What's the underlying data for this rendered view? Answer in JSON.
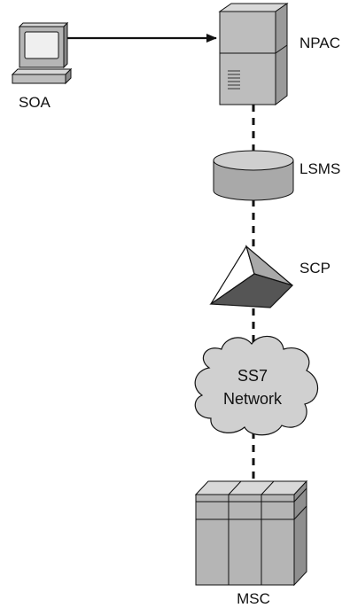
{
  "labels": {
    "soa": "SOA",
    "npac": "NPAC",
    "lsms": "LSMS",
    "scp": "SCP",
    "ss7_line1": "SS7",
    "ss7_line2": "Network",
    "msc": "MSC"
  },
  "colors": {
    "line": "#111111",
    "device_light": "#c8c8c8",
    "device_mid": "#a9a9a9",
    "device_dark": "#7f7f7f",
    "cloud_fill": "#d0d0d0"
  }
}
